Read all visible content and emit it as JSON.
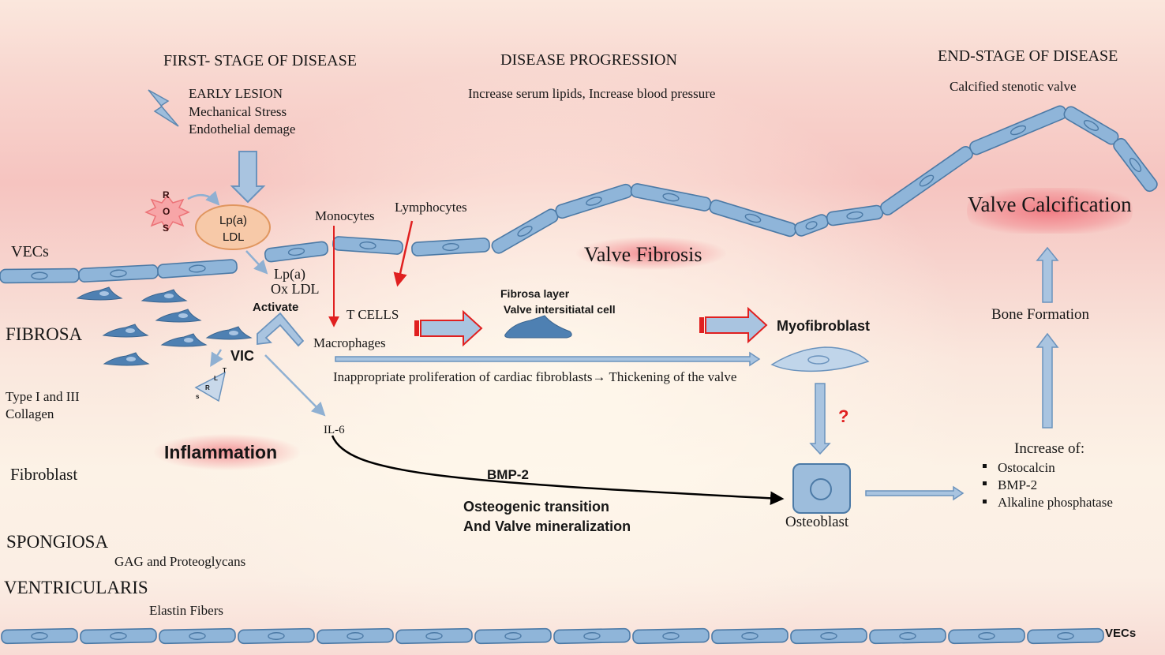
{
  "headings": {
    "first_stage": "FIRST- STAGE OF DISEASE",
    "progression": "DISEASE PROGRESSION",
    "end_stage": "END-STAGE OF DISEASE"
  },
  "early_lesion": [
    "EARLY LESION",
    "Mechanical Stress",
    "Endothelial demage"
  ],
  "progression_text": "Increase serum lipids, Increase blood pressure",
  "end_stage_text": "Calcified stenotic valve",
  "ros": [
    "R",
    "O",
    "S"
  ],
  "lpa_bubble": [
    "Lp(a)",
    "LDL"
  ],
  "lpa_ox": [
    "Lp(a)",
    "Ox LDL"
  ],
  "activate": "Activate",
  "vic": "VIC",
  "tlrs": [
    "T",
    "L",
    "R",
    "s"
  ],
  "monocytes": "Monocytes",
  "lymphocytes": "Lymphocytes",
  "t_cells": "T CELLS",
  "macrophages": "Macrophages",
  "fibrosa_layer": [
    "Fibrosa layer",
    "Valve intersitiatal cell"
  ],
  "myofibroblast": "Myofibroblast",
  "proliferation": "Inappropriate proliferation of cardiac fibroblasts→ Thickening of the valve",
  "valve_fibrosis": "Valve Fibrosis",
  "valve_calcification": "Valve Calcification",
  "bone_formation": "Bone Formation",
  "question": "?",
  "il6": "IL-6",
  "bmp2": "BMP-2",
  "osteogenic": [
    "Osteogenic transition",
    "And Valve mineralization"
  ],
  "osteoblast": "Osteoblast",
  "increase_of": "Increase of:",
  "increase_items": [
    "Ostocalcin",
    "BMP-2",
    "Alkaline phosphatase"
  ],
  "layers": {
    "vecs_top": "VECs",
    "fibrosa": "FIBROSA",
    "collagen": [
      "Type I and III",
      "Collagen"
    ],
    "fibroblast": "Fibroblast",
    "inflammation": "Inflammation",
    "spongiosa": "SPONGIOSA",
    "gag": "GAG and Proteoglycans",
    "ventricularis": "VENTRICULARIS",
    "elastin": "Elastin Fibers",
    "vecs_bottom": "VECs"
  },
  "colors": {
    "cell_fill": "#8fb5d9",
    "cell_stroke": "#4c7aa6",
    "arrow_fill": "#a9c4e0",
    "arrow_stroke": "#6b93bd",
    "red_accent": "#e02020",
    "highlight": "#f08a90"
  }
}
